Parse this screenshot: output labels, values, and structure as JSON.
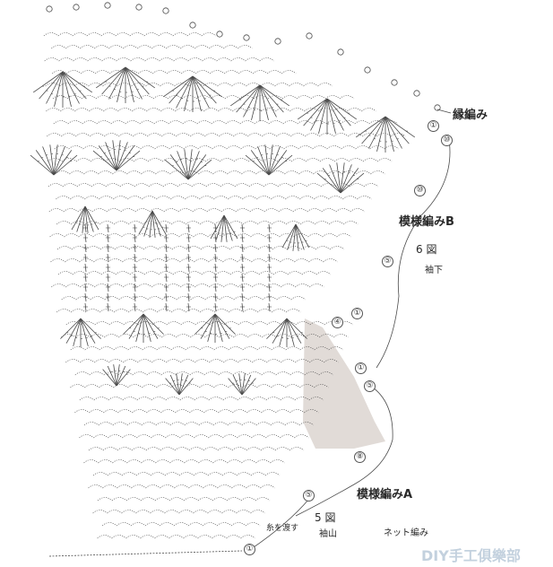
{
  "labels": {
    "edging": "縁編み",
    "pattern_b": "模様編みB",
    "fig6_title": "6 図",
    "fig6_sub": "袖下",
    "pattern_a": "模様編みA",
    "fig5_title": "5 図",
    "fig5_sub": "袖山",
    "yarn_note": "糸を渡す",
    "net_stitch": "ネット編み",
    "watermark": "DIY手工俱樂部"
  },
  "row_markers": {
    "r1a": "①",
    "r10a": "⑩",
    "r10b": "⑩",
    "r5a": "⑤",
    "r1b": "①",
    "r4": "④",
    "r1c": "①",
    "r5b": "⑤",
    "r8": "⑧",
    "r5c": "⑤",
    "r1d": "①"
  },
  "colors": {
    "line": "#4a4a4a",
    "shade": "#c9bdb6",
    "watermark": "#b9c9d9"
  }
}
